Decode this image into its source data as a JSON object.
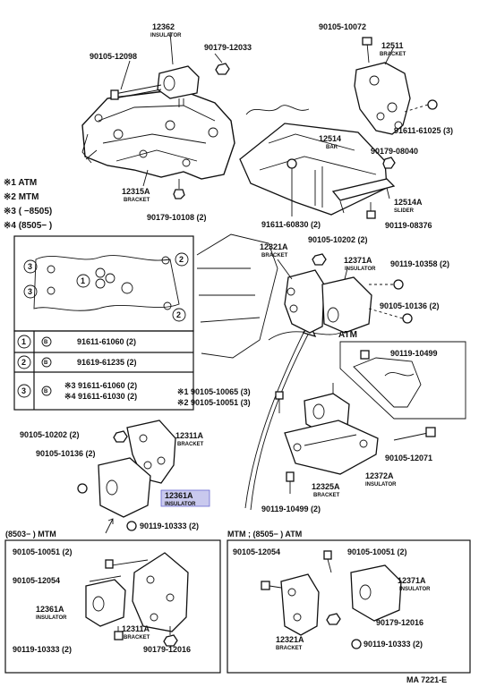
{
  "notes": {
    "n1": "※1  ATM",
    "n2": "※2  MTM",
    "n3": "※3  (        −8505)",
    "n4": "※4  (8505−        )"
  },
  "labels": {
    "p12362": "12362",
    "p12362_sub": "INSULATOR",
    "p90179_12033": "90179-12033",
    "p90105_12098": "90105-12098",
    "p90105_10072": "90105-10072",
    "p12511": "12511",
    "p12511_sub": "BRACKET",
    "p91611_61025": "91611-61025 (3)",
    "p12514": "12514",
    "p12514_sub": "BAR",
    "p90179_08040": "90179-08040",
    "p12315A": "12315A",
    "p12315A_sub": "BRACKET",
    "p90179_10108": "90179-10108 (2)",
    "p91611_60830": "91611-60830 (2)",
    "p12514A": "12514A",
    "p12514A_sub": "SLIDER",
    "p90119_08376": "90119-08376",
    "p12321A": "12321A",
    "p12321A_sub": "BRACKET",
    "p90105_10202_a": "90105-10202 (2)",
    "p12371A": "12371A",
    "p12371A_sub": "INSULATOR",
    "p90119_10358": "90119-10358 (2)",
    "p90105_10136_a": "90105-10136 (2)",
    "atm_label": "ATM",
    "p90119_10499_a": "90119-10499",
    "p90105_10065": "※1 90105-10065 (3)",
    "p90105_10051_a": "※2 90105-10051 (3)",
    "p90105_10202_b": "90105-10202 (2)",
    "p12311A": "12311A",
    "p12311A_sub": "BRACKET",
    "p90105_10136_b": "90105-10136 (2)",
    "p90105_12071": "90105-12071",
    "p12372A": "12372A",
    "p12372A_sub": "INSULATOR",
    "p12325A": "12325A",
    "p12325A_sub": "BRACKET",
    "p12361A": "12361A",
    "p12361A_sub": "INSULATOR",
    "p90119_10333_a": "90119-10333 (2)",
    "p90119_10499_b": "90119-10499 (2)",
    "mtm_left": "(8503−        ) MTM",
    "mtm_right": "MTM ; (8505−        ) ATM",
    "p90105_10051_b": "90105-10051 (2)",
    "p90105_12054_a": "90105-12054",
    "p12361A_b": "12361A",
    "p12361A_b_sub": "INSULATOR",
    "p12311A_b": "12311A",
    "p12311A_b_sub": "BRACKET",
    "p90119_10333_b": "90119-10333 (2)",
    "p90179_12016_a": "90179-12016",
    "p90105_12054_b": "90105-12054",
    "p90105_10051_c": "90105-10051 (2)",
    "p12371A_b": "12371A",
    "p12371A_b_sub": "INSULATOR",
    "p90179_12016_b": "90179-12016",
    "p12321A_b": "12321A",
    "p12321A_b_sub": "BRACKET",
    "p90119_10333_c": "90119-10333 (2)",
    "page_code": "MA 7221-E"
  },
  "legend": {
    "row1_num": "1",
    "row1_part": "91611-61060 (2)",
    "row2_num": "2",
    "row2_part": "91619-61235 (2)",
    "row3_num": "3",
    "row3_part_a": "※3  91611-61060 (2)",
    "row3_part_b": "※4  91611-61030 (2)",
    "bolt_symbol": "B",
    "callout_1": "1",
    "callout_2": "2",
    "callout_3": "3"
  },
  "colors": {
    "ink": "#111111",
    "highlight": "#c9c9ee"
  }
}
